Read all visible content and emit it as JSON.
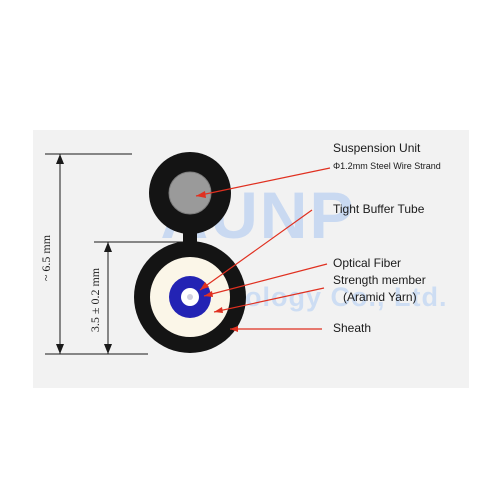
{
  "watermark": {
    "main": "AUNP",
    "sub": "Technology Co., Ltd."
  },
  "labels": {
    "suspension_unit": "Suspension Unit",
    "steel_wire": "Φ1.2mm Steel Wire Strand",
    "tight_buffer": "Tight Buffer Tube",
    "optical_fiber": "Optical Fiber",
    "strength_member_1": "Strength member",
    "strength_member_2": "(Aramid Yarn)",
    "sheath": "Sheath"
  },
  "dimensions": {
    "overall_height": "~ 6.5 mm",
    "inner_height": "3.5 ± 0.2 mm"
  },
  "colors": {
    "sheath": "#141414",
    "aramid": "#fbf6e8",
    "buffer_tube": "#2323b4",
    "fiber_core": "#ffffff",
    "steel_wire": "#9a9a9a",
    "leader": "#e03020",
    "watermark": "#c9d9f1"
  }
}
